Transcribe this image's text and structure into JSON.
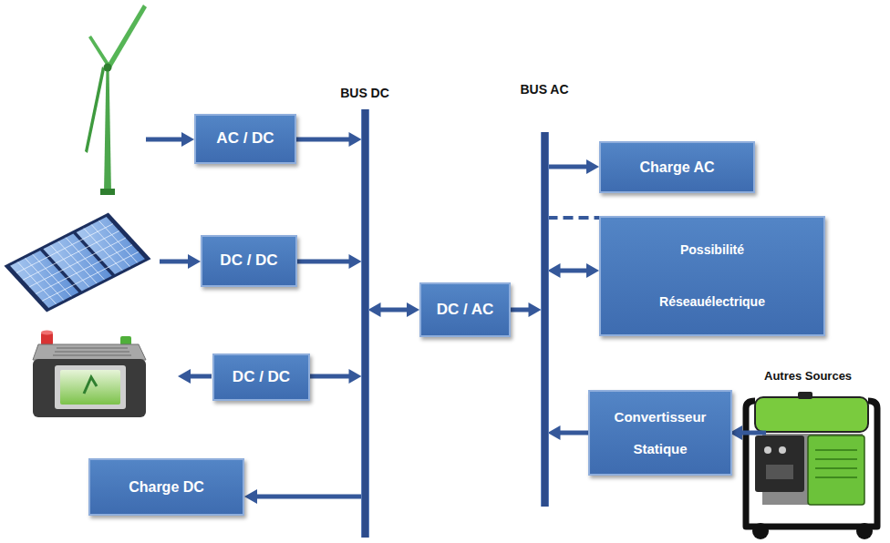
{
  "diagram": {
    "nodes": [
      {
        "text": [
          "AC / DC"
        ]
      },
      {
        "text": [
          "DC / DC"
        ]
      },
      {
        "text": [
          "DC / DC"
        ]
      },
      {
        "text": [
          "Charge DC"
        ]
      },
      {
        "text": [
          "BUS DC"
        ]
      },
      {
        "text": [
          "DC / AC"
        ]
      },
      {
        "text": [
          "BUS AC"
        ]
      },
      {
        "text": [
          "Charge AC"
        ]
      },
      {
        "text": [
          "Possibilité Réseauélectrique"
        ]
      },
      {
        "text": [
          "Convertisseur Statique"
        ]
      }
    ],
    "edges": [
      {
        "from": 0,
        "to": 4,
        "arrow": "to"
      },
      {
        "from": 1,
        "to": 4,
        "arrow": "to"
      },
      {
        "from": 2,
        "to": 4,
        "arrow": "to"
      },
      {
        "from": 4,
        "to": 3,
        "arrow": "to"
      },
      {
        "from": 4,
        "to": 5,
        "arrow": "both"
      },
      {
        "from": 5,
        "to": 6,
        "arrow": "to"
      },
      {
        "from": 6,
        "to": 7,
        "arrow": "to"
      },
      {
        "from": 6,
        "to": 8,
        "arrow": "both"
      },
      {
        "from": 6,
        "to": 8,
        "arrow": "none"
      },
      {
        "from": 9,
        "to": 6,
        "arrow": "to"
      }
    ],
    "labels": [
      "Autres Sources"
    ]
  }
}
